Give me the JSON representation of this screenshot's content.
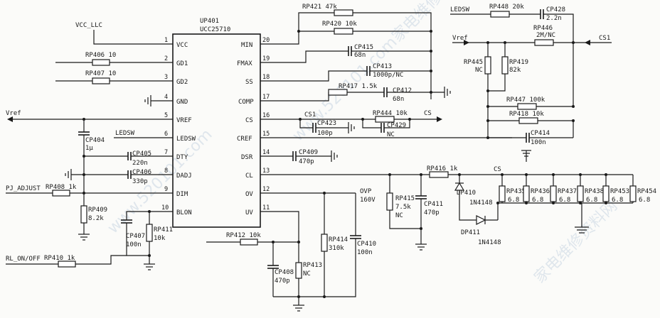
{
  "ic": {
    "ref": "UP401",
    "part": "UCC25710",
    "pins": [
      {
        "n": "1",
        "name": "VCC"
      },
      {
        "n": "2",
        "name": "GD1"
      },
      {
        "n": "3",
        "name": "GD2"
      },
      {
        "n": "4",
        "name": "GND"
      },
      {
        "n": "5",
        "name": "VREF"
      },
      {
        "n": "6",
        "name": "LEDSW"
      },
      {
        "n": "7",
        "name": "DTY"
      },
      {
        "n": "8",
        "name": "DADJ"
      },
      {
        "n": "9",
        "name": "DIM"
      },
      {
        "n": "10",
        "name": "BLON"
      },
      {
        "n": "20",
        "name": "MIN"
      },
      {
        "n": "19",
        "name": "FMAX"
      },
      {
        "n": "18",
        "name": "SS"
      },
      {
        "n": "17",
        "name": "COMP"
      },
      {
        "n": "16",
        "name": "CS"
      },
      {
        "n": "15",
        "name": "CREF"
      },
      {
        "n": "14",
        "name": "DSR"
      },
      {
        "n": "13",
        "name": "CL"
      },
      {
        "n": "12",
        "name": "OV"
      },
      {
        "n": "11",
        "name": "UV"
      }
    ]
  },
  "nets": {
    "vcc_llc": "VCC_LLC",
    "vref": "Vref",
    "ledsw": "LEDSW",
    "pj_adjust": "PJ_ADJUST",
    "rl_onoff": "RL_ON/OFF",
    "cs1": "CS1",
    "cs": "CS",
    "ovp": "OVP",
    "ovp_v": "160V"
  },
  "parts": {
    "rp406": "RP406 10",
    "rp407": "RP407 10",
    "cp404": "CP404",
    "cp404v": "1μ",
    "cp405": "CP405",
    "cp405v": "220n",
    "cp406": "CP406",
    "cp406v": "330p",
    "rp408": "RP408 1k",
    "rp409": "RP409",
    "rp409v": "8.2k",
    "cp407": "CP407",
    "cp407v": "100n",
    "rp411": "RP411",
    "rp411v": "10k",
    "rp410": "RP410 1k",
    "rp421": "RP421 47k",
    "rp420": "RP420 10k",
    "cp415": "CP415",
    "cp415v": "68n",
    "cp413": "CP413",
    "cp413v": "1000p/NC",
    "rp417": "RP417 1.5k",
    "cp412": "CP412",
    "cp412v": "68n",
    "cs_l": "CS1",
    "rp444": "RP444 10k",
    "cp423": "CP423",
    "cp423v": "100p",
    "cp429": "CP429",
    "cp429v": "NC",
    "cp409": "CP409",
    "cp409v": "470p",
    "rp412": "RP412 10k",
    "rp414": "RP414",
    "rp414v": "310k",
    "cp410": "CP410",
    "cp410v": "100n",
    "cp408": "CP408",
    "cp408v": "470p",
    "rp413": "RP413",
    "rp413v": "NC",
    "rp448": "RP448 20k",
    "cp428": "CP428",
    "cp428v": "2.2n",
    "rp446": "RP446",
    "rp446v": "2M/NC",
    "rp445": "RP445",
    "rp445v": "NC",
    "rp419": "RP419",
    "rp419v": "82k",
    "rp447": "RP447 100k",
    "rp418": "RP418 10k",
    "cp414": "CP414",
    "cp414v": "100n",
    "rp416": "RP416 1k",
    "rp415": "RP415",
    "rp415v": "7.5k",
    "rp415n": "NC",
    "cp411": "CP411",
    "cp411v": "470p",
    "dp410": "DP410",
    "dp410v": "1N4148",
    "dp411": "DP411",
    "dp411v": "1N4148",
    "rp435": "RP435",
    "rp436": "RP436",
    "rp437": "RP437",
    "rp438": "RP438",
    "rp453": "RP453",
    "rp454": "RP454",
    "r68": "6.8"
  },
  "watermark": {
    "site": "www.520101.com",
    "cn": "家电维修资料网"
  },
  "colors": {
    "ink": "#1a1a1a",
    "paper": "#fbfbf9",
    "watermark": "#c9d6e3"
  }
}
